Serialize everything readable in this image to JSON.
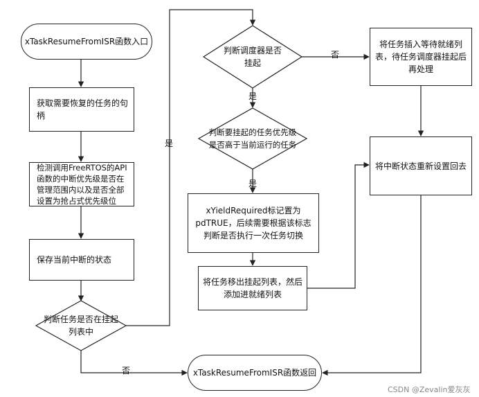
{
  "nodes": {
    "start": "xTaskResumeFromISR函数入口",
    "get_handle": "获取需要恢复的任务的句柄",
    "check_priority": "检测调用FreeRTOS的API函数的中断优先级是否在管理范围内以及是否全部设置为抢占式优先级位",
    "save_state": "保存当前中断的状态",
    "is_in_suspend": "判断任务是否在挂起列表中",
    "scheduler_suspended": "判断调度器是否挂起",
    "priority_higher": "判断要挂起的任务优先级是否高于当前运行的任务",
    "yield_required": "xYieldRequired标记置为pdTRUE，后续需要根据该标志判断是否执行一次任务切换",
    "move_to_ready": "将任务移出挂起列表，然后添加进就绪列表",
    "insert_pending": "将任务插入等待就绪列表，待任务调度器挂起后再处理",
    "restore_state": "将中断状态重新设置回去",
    "end": "xTaskResumeFromISR函数返回"
  },
  "edges": {
    "yes": "是",
    "no": "否"
  },
  "watermark": "CSDN @Zevalin爱灰灰"
}
